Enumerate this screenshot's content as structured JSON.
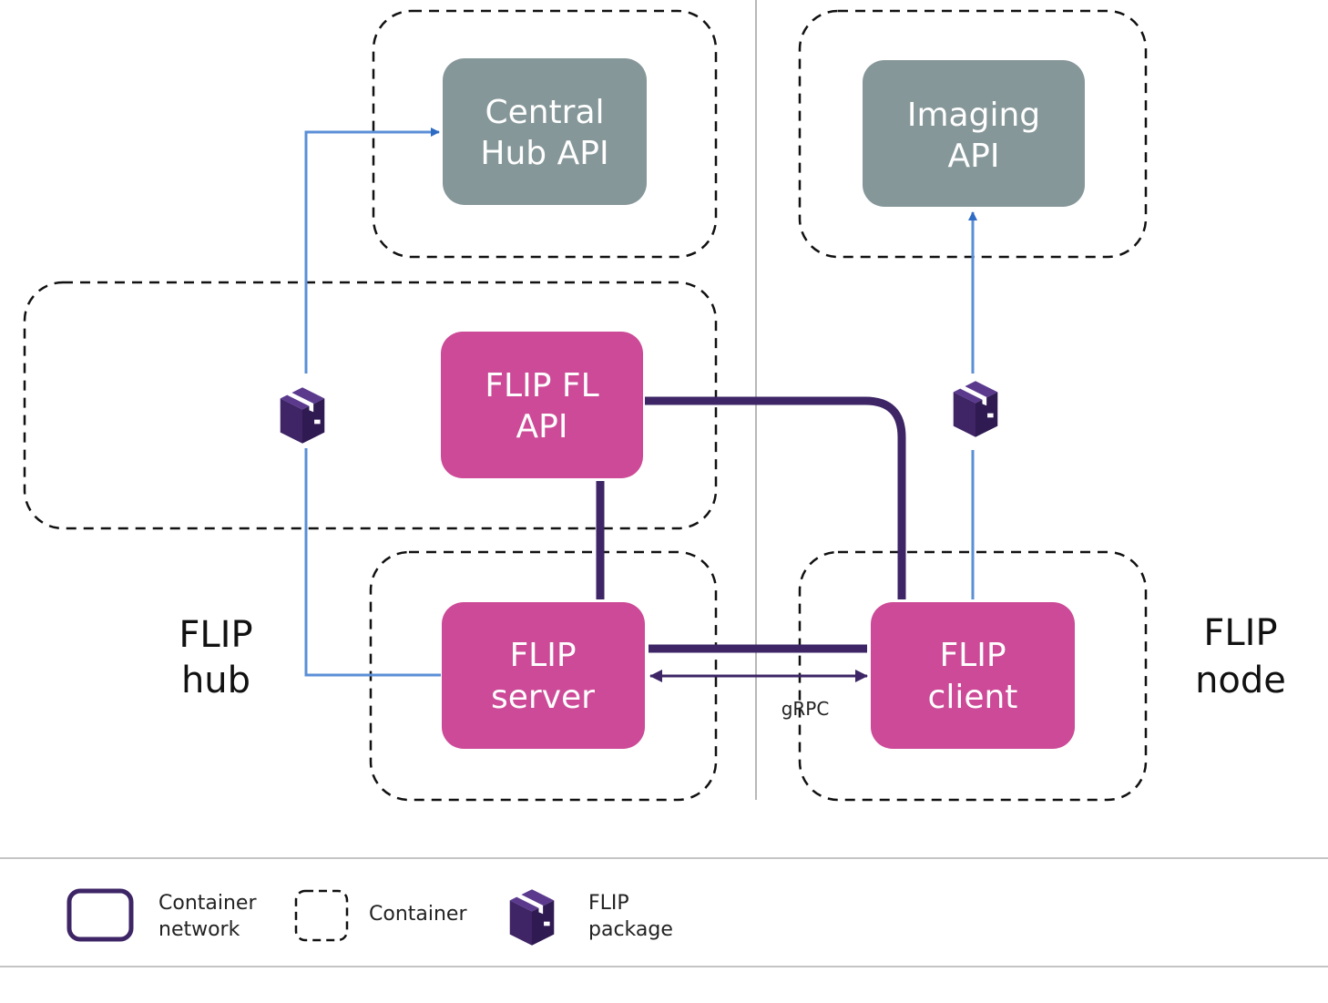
{
  "nodes": {
    "central_hub_api": {
      "line1": "Central",
      "line2": "Hub API"
    },
    "imaging_api": {
      "line1": "Imaging",
      "line2": "API"
    },
    "flip_fl_api": {
      "line1": "FLIP FL",
      "line2": "API"
    },
    "flip_server": {
      "line1": "FLIP",
      "line2": "server"
    },
    "flip_client": {
      "line1": "FLIP",
      "line2": "client"
    }
  },
  "side_labels": {
    "hub": {
      "line1": "FLIP",
      "line2": "hub"
    },
    "node": {
      "line1": "FLIP",
      "line2": "node"
    }
  },
  "edge_labels": {
    "grpc": "gRPC"
  },
  "legend": {
    "network": {
      "line1": "Container",
      "line2": "network"
    },
    "container": {
      "line1": "Container"
    },
    "package": {
      "line1": "FLIP",
      "line2": "package"
    }
  },
  "colors": {
    "api_box": "#869799",
    "flip_box": "#cc4a97",
    "network_line": "#3d2566",
    "arrow_blue": "#2e6bc4",
    "package_icon": "#3f2466"
  },
  "icons": {
    "package": "cube-package-icon"
  }
}
